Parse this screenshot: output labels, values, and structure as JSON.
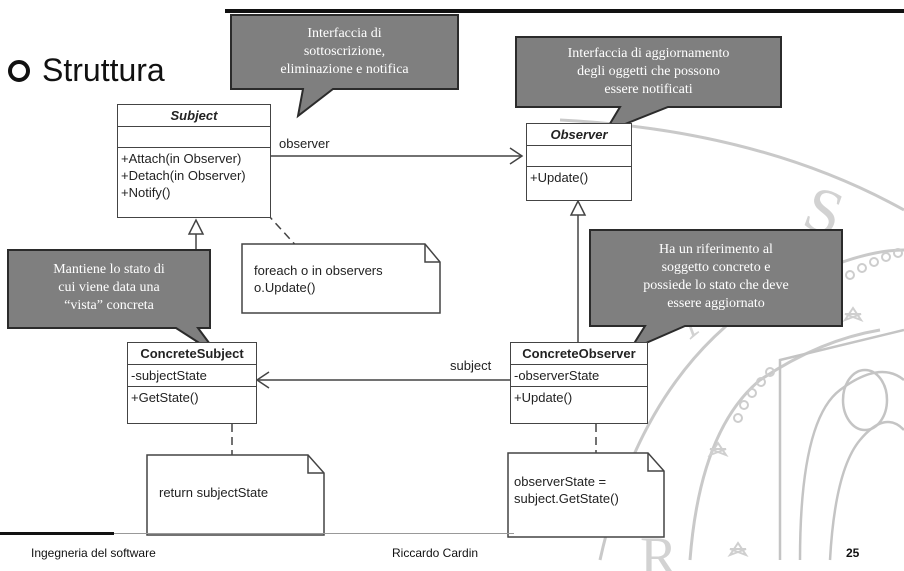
{
  "slide": {
    "heading": "Struttura",
    "footer_left": "Ingegneria del software",
    "footer_center": "Riccardo Cardin",
    "page_number": "25"
  },
  "classes": {
    "subject": {
      "name": "Subject",
      "methods": [
        "+Attach(in Observer)",
        "+Detach(in Observer)",
        "+Notify()"
      ]
    },
    "observer": {
      "name": "Observer",
      "methods": [
        "+Update()"
      ]
    },
    "concrete_subject": {
      "name": "ConcreteSubject",
      "attributes": [
        "-subjectState"
      ],
      "methods": [
        "+GetState()"
      ]
    },
    "concrete_observer": {
      "name": "ConcreteObserver",
      "attributes": [
        "-observerState"
      ],
      "methods": [
        "+Update()"
      ]
    }
  },
  "associations": {
    "observer_label": "observer",
    "subject_label": "subject"
  },
  "notes": {
    "notify": "foreach o in observers\n  o.Update()",
    "get_state": "return subjectState",
    "update": "observerState =\n  subject.GetState()"
  },
  "callouts": {
    "subject_interface": "Interfaccia di\nsottoscrizione,\neliminazione e notifica",
    "observer_interface": "Interfaccia di aggiornamento\ndegli oggetti che possono\nessere notificati",
    "concrete_subject_info": "Mantiene lo stato di\ncui viene data una\n“vista” concreta",
    "concrete_observer_info": "Ha un riferimento al\nsoggetto concreto e\npossiede lo stato che deve\nessere aggiornato"
  },
  "colors": {
    "callout_fill": "#7f7f7f",
    "callout_border": "#2b2b2b",
    "line": "#444444",
    "watermark": "#c8c8c8"
  }
}
